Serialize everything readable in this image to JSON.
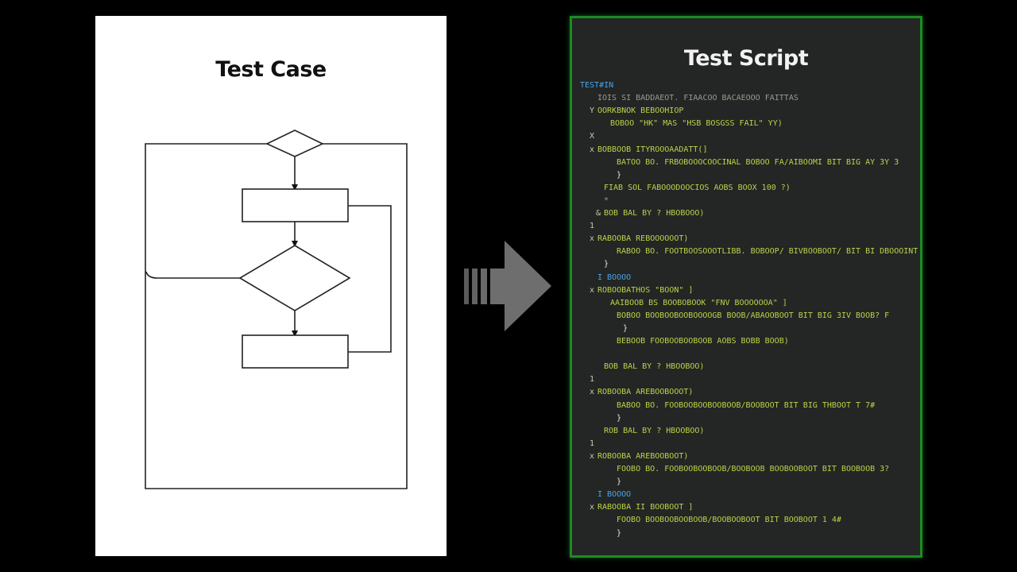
{
  "left_panel": {
    "title": "Test Case"
  },
  "right_panel": {
    "title": "Test Script",
    "code_lines": [
      {
        "indent": 0,
        "marker": "",
        "kind": "head",
        "text": "TEST#IN"
      },
      {
        "indent": 2,
        "marker": "",
        "kind": "comment",
        "text": "IOIS SI BADDAEOT. FIAACOO BACAEOOO FAITTAS"
      },
      {
        "indent": 2,
        "marker": "Y",
        "kind": "code",
        "text": "OORKBNOK BEBOOHIOP"
      },
      {
        "indent": 4,
        "marker": "",
        "kind": "code",
        "text": "BOBOO \"HK\" MAS \"HSB BOSGSS FAIL\" YY)"
      },
      {
        "indent": 2,
        "marker": "X",
        "kind": "brace",
        "text": ""
      },
      {
        "indent": 2,
        "marker": "x",
        "kind": "code",
        "text": "BOBBOOB ITYROOOAADATT(]"
      },
      {
        "indent": 5,
        "marker": "",
        "kind": "code",
        "text": "BATOO BO. FRBOBOOOCOOCINAL BOBOO FA/AIBOOMI BIT BIG AY 3Y 3"
      },
      {
        "indent": 5,
        "marker": "",
        "kind": "brace",
        "text": "}"
      },
      {
        "indent": 3,
        "marker": "",
        "kind": "code",
        "text": "FIAB SOL FABOOODOOCIOS AOBS BOOX 100 ?)"
      },
      {
        "indent": 3,
        "marker": "",
        "kind": "comment",
        "text": "*"
      },
      {
        "indent": 3,
        "marker": "&",
        "kind": "code",
        "text": "BOB BAL BY ? HBOBOOO)"
      },
      {
        "indent": 2,
        "marker": "1",
        "kind": "brace",
        "text": ""
      },
      {
        "indent": 2,
        "marker": "x",
        "kind": "code",
        "text": "RABOOBA REBOOOOOOT)"
      },
      {
        "indent": 5,
        "marker": "",
        "kind": "code",
        "text": "RABOO BO. FOOTBOOSOOOTLIBB. BOBOOP/ BIVBOOBOOT/ BIT BI DBOOOINT P"
      },
      {
        "indent": 3,
        "marker": "",
        "kind": "brace",
        "text": "}"
      },
      {
        "indent": 2,
        "marker": "",
        "kind": "head",
        "text": "I BOOOO"
      },
      {
        "indent": 2,
        "marker": "x",
        "kind": "code",
        "text": "ROBOOBATHOS \"BOON\" ]"
      },
      {
        "indent": 4,
        "marker": "",
        "kind": "code",
        "text": "AAIBOOB BS BOOBOBOOK \"FNV BOOOOOOA\" ]"
      },
      {
        "indent": 5,
        "marker": "",
        "kind": "code",
        "text": "BOBOO BOOBOOBOOBOOOOGB BOOB/ABAOOBOOT BIT BIG 3IV BOOB? F"
      },
      {
        "indent": 6,
        "marker": "",
        "kind": "brace",
        "text": "}"
      },
      {
        "indent": 5,
        "marker": "",
        "kind": "code",
        "text": "BEBOOB FOOBOOBOOBOOB AOBS BOBB BOOB)"
      },
      {
        "indent": 0,
        "marker": "",
        "kind": "code",
        "text": ""
      },
      {
        "indent": 3,
        "marker": "",
        "kind": "code",
        "text": "BOB BAL BY ? HBOOBOO)"
      },
      {
        "indent": 2,
        "marker": "1",
        "kind": "brace",
        "text": ""
      },
      {
        "indent": 2,
        "marker": "x",
        "kind": "code",
        "text": "ROBOOBA AREBOOBOOOT)"
      },
      {
        "indent": 5,
        "marker": "",
        "kind": "code",
        "text": "BABOO BO. FOOBOOBOOBOOBOOB/BOOBOOT BIT BIG THBOOT T 7#"
      },
      {
        "indent": 5,
        "marker": "",
        "kind": "brace",
        "text": "}"
      },
      {
        "indent": 3,
        "marker": "",
        "kind": "code",
        "text": "ROB BAL BY ? HBOOBOO)"
      },
      {
        "indent": 2,
        "marker": "1",
        "kind": "brace",
        "text": ""
      },
      {
        "indent": 2,
        "marker": "x",
        "kind": "code",
        "text": "ROBOOBA AREBOOBOOT)"
      },
      {
        "indent": 5,
        "marker": "",
        "kind": "code",
        "text": "FOOBO BO. FOOBOOBOOBOOB/BOOBOOB BOOBOOBOOT BIT BOOBOOB 3?"
      },
      {
        "indent": 5,
        "marker": "",
        "kind": "brace",
        "text": "}"
      },
      {
        "indent": 2,
        "marker": "",
        "kind": "head",
        "text": "I BOOOO"
      },
      {
        "indent": 2,
        "marker": "x",
        "kind": "code",
        "text": "RABOOBA II BOOBOOT ]"
      },
      {
        "indent": 5,
        "marker": "",
        "kind": "code",
        "text": "FOOBO BOOBOOBOOBOOB/BOOBOOBOOT BIT BOOBOOT 1 4#"
      },
      {
        "indent": 5,
        "marker": "",
        "kind": "brace",
        "text": "}"
      }
    ]
  },
  "colors": {
    "background": "#000000",
    "left_panel": "#ffffff",
    "code_bg": "#232624",
    "code_border": "#1e8a24",
    "code_keyword": "#b9d34a",
    "code_head": "#4aa4e8",
    "arrow": "#6a6a6a"
  }
}
